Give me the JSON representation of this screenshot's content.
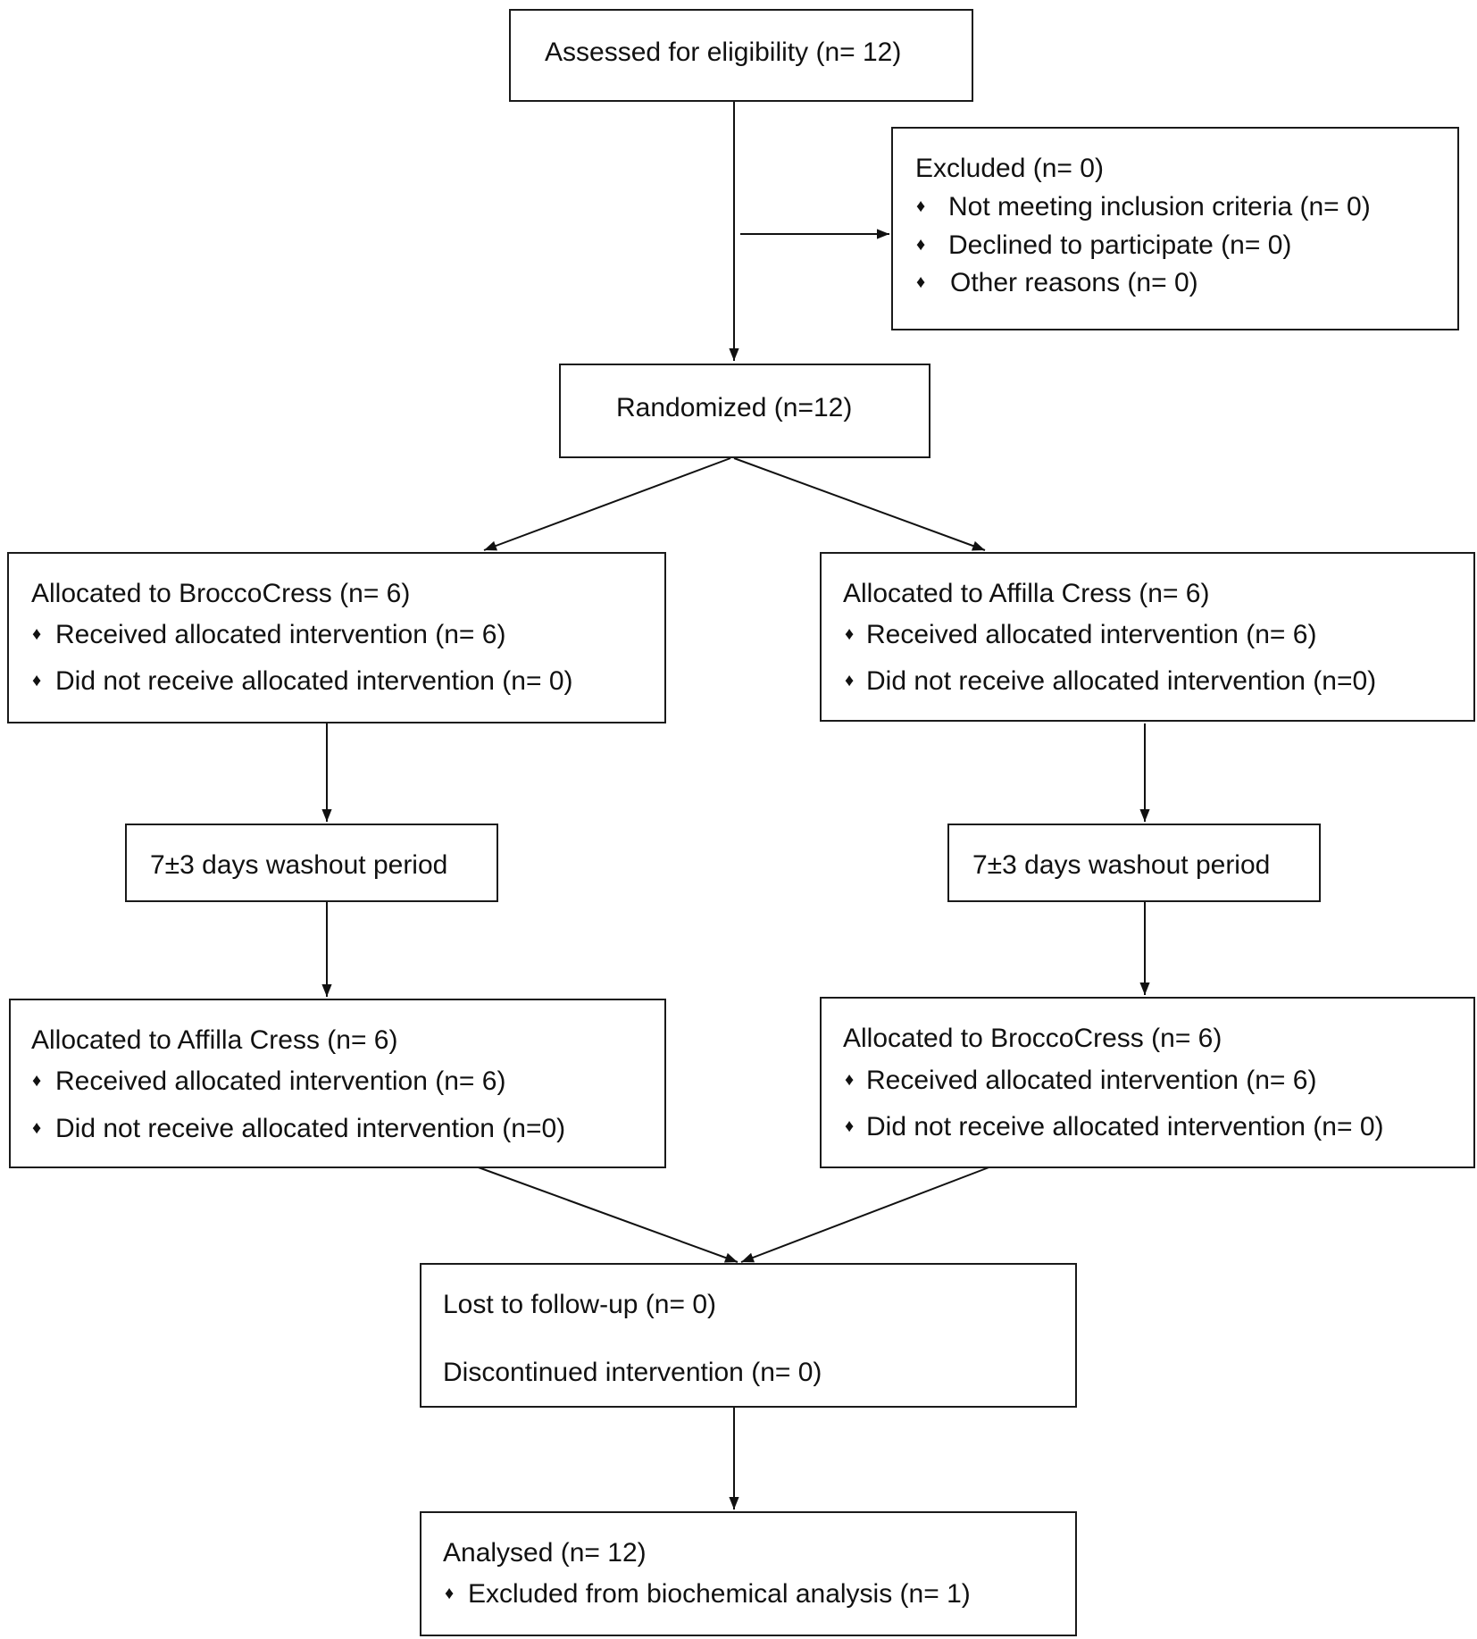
{
  "assessed": "Assessed for eligibility (n= 12)",
  "excluded": {
    "title": "Excluded (n= 0)",
    "bullet": "♦",
    "items": [
      "Not meeting inclusion criteria (n= 0)",
      "Declined to participate (n= 0)",
      "Other reasons (n= 0)"
    ]
  },
  "randomized": "Randomized (n=12)",
  "left_first": {
    "title": "Allocated to BroccoCress (n= 6)",
    "received": "Received allocated intervention (n= 6)",
    "not_received": "Did not receive allocated intervention (n= 0)"
  },
  "right_first": {
    "title": "Allocated to Affilla Cress (n= 6)",
    "received": "Received allocated intervention (n= 6)",
    "not_received": "Did not receive allocated intervention (n=0)"
  },
  "washout_left": "7±3 days washout period",
  "washout_right": "7±3 days washout period",
  "left_second": {
    "title": "Allocated to Affilla Cress (n= 6)",
    "received": "Received allocated intervention (n= 6)",
    "not_received": "Did not receive allocated intervention (n=0)"
  },
  "right_second": {
    "title": "Allocated to BroccoCress (n= 6)",
    "received": "Received allocated intervention (n= 6)",
    "not_received": "Did not receive allocated intervention (n= 0)"
  },
  "followup": {
    "lost": "Lost to follow-up (n= 0)",
    "discontinued": "Discontinued intervention (n= 0)"
  },
  "analysed": {
    "title": "Analysed (n= 12)",
    "excluded": "Excluded from biochemical analysis (n= 1)"
  }
}
